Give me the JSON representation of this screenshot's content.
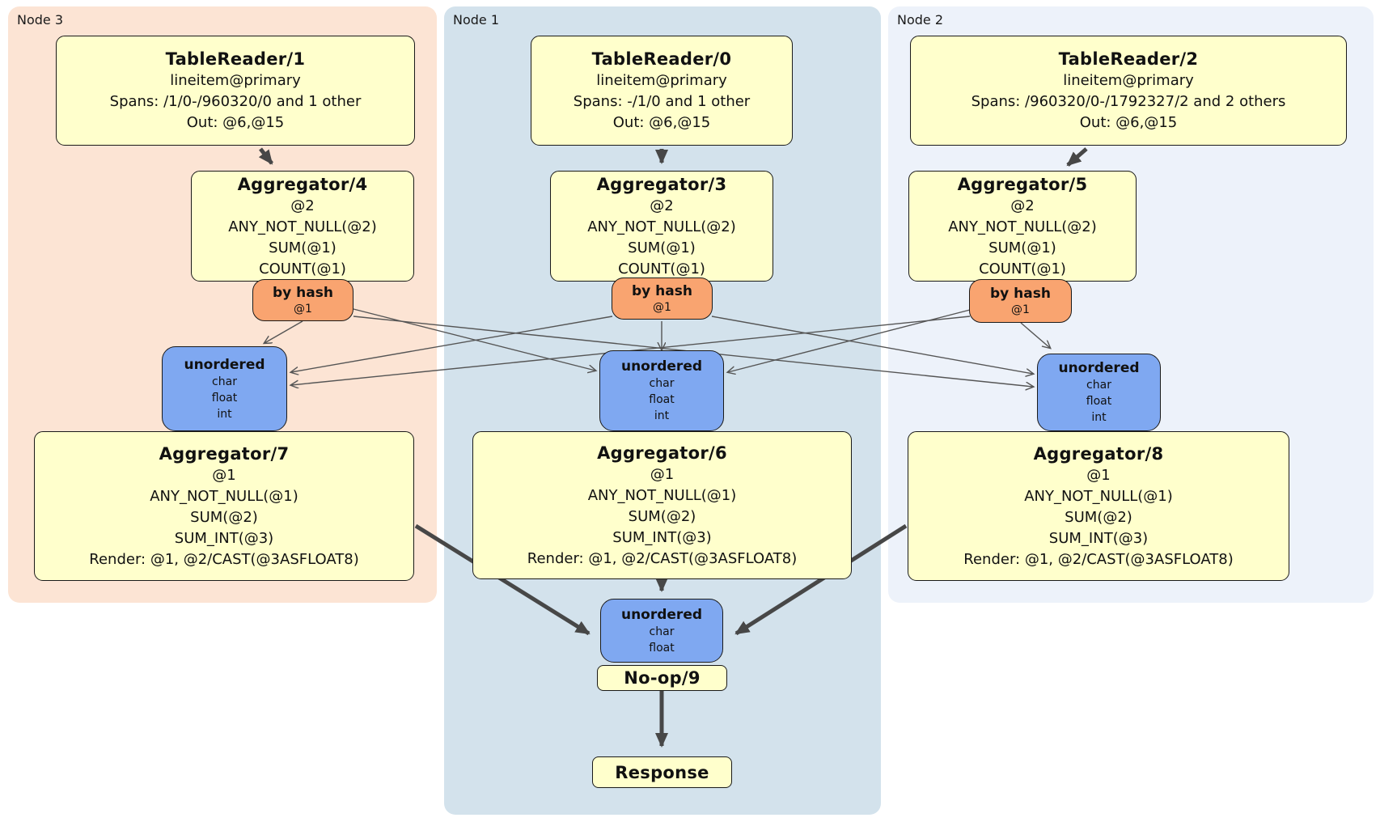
{
  "colors": {
    "region_node3_bg": "#fce4d4",
    "region_node1_bg": "#d3e2ec",
    "region_node2_bg": "#edf2fa",
    "processor_box_bg": "#ffffcc",
    "router_box_bg": "#f9a470",
    "sync_box_bg": "#7fa8f1",
    "box_border": "#1a1a1a",
    "thin_edge": "#555555",
    "thick_edge": "#474747"
  },
  "regions": [
    {
      "label": "Node 3",
      "table_reader": {
        "title": "TableReader/1",
        "lines": [
          "lineitem@primary",
          "Spans: /1/0-/960320/0 and 1 other",
          "Out: @6,@15"
        ]
      },
      "aggregator_top": {
        "title": "Aggregator/4",
        "lines": [
          "@2",
          "ANY_NOT_NULL(@2)",
          "SUM(@1)",
          "COUNT(@1)"
        ]
      },
      "router": {
        "title": "by hash",
        "detail": "@1"
      },
      "sync": {
        "title": "unordered",
        "lines": [
          "char",
          "float",
          "int"
        ]
      },
      "aggregator_final": {
        "title": "Aggregator/7",
        "lines": [
          "@1",
          "ANY_NOT_NULL(@1)",
          "SUM(@2)",
          "SUM_INT(@3)",
          "Render: @1, @2/CAST(@3ASFLOAT8)"
        ]
      }
    },
    {
      "label": "Node 1",
      "table_reader": {
        "title": "TableReader/0",
        "lines": [
          "lineitem@primary",
          "Spans: -/1/0 and 1 other",
          "Out: @6,@15"
        ]
      },
      "aggregator_top": {
        "title": "Aggregator/3",
        "lines": [
          "@2",
          "ANY_NOT_NULL(@2)",
          "SUM(@1)",
          "COUNT(@1)"
        ]
      },
      "router": {
        "title": "by hash",
        "detail": "@1"
      },
      "sync": {
        "title": "unordered",
        "lines": [
          "char",
          "float",
          "int"
        ]
      },
      "aggregator_final": {
        "title": "Aggregator/6",
        "lines": [
          "@1",
          "ANY_NOT_NULL(@1)",
          "SUM(@2)",
          "SUM_INT(@3)",
          "Render: @1, @2/CAST(@3ASFLOAT8)"
        ]
      },
      "final_sync": {
        "title": "unordered",
        "lines": [
          "char",
          "float"
        ]
      },
      "noop": {
        "title": "No-op/9"
      },
      "response": {
        "title": "Response"
      }
    },
    {
      "label": "Node 2",
      "table_reader": {
        "title": "TableReader/2",
        "lines": [
          "lineitem@primary",
          "Spans: /960320/0-/1792327/2 and 2 others",
          "Out: @6,@15"
        ]
      },
      "aggregator_top": {
        "title": "Aggregator/5",
        "lines": [
          "@2",
          "ANY_NOT_NULL(@2)",
          "SUM(@1)",
          "COUNT(@1)"
        ]
      },
      "router": {
        "title": "by hash",
        "detail": "@1"
      },
      "sync": {
        "title": "unordered",
        "lines": [
          "char",
          "float",
          "int"
        ]
      },
      "aggregator_final": {
        "title": "Aggregator/8",
        "lines": [
          "@1",
          "ANY_NOT_NULL(@1)",
          "SUM(@2)",
          "SUM_INT(@3)",
          "Render: @1, @2/CAST(@3ASFLOAT8)"
        ]
      }
    }
  ]
}
